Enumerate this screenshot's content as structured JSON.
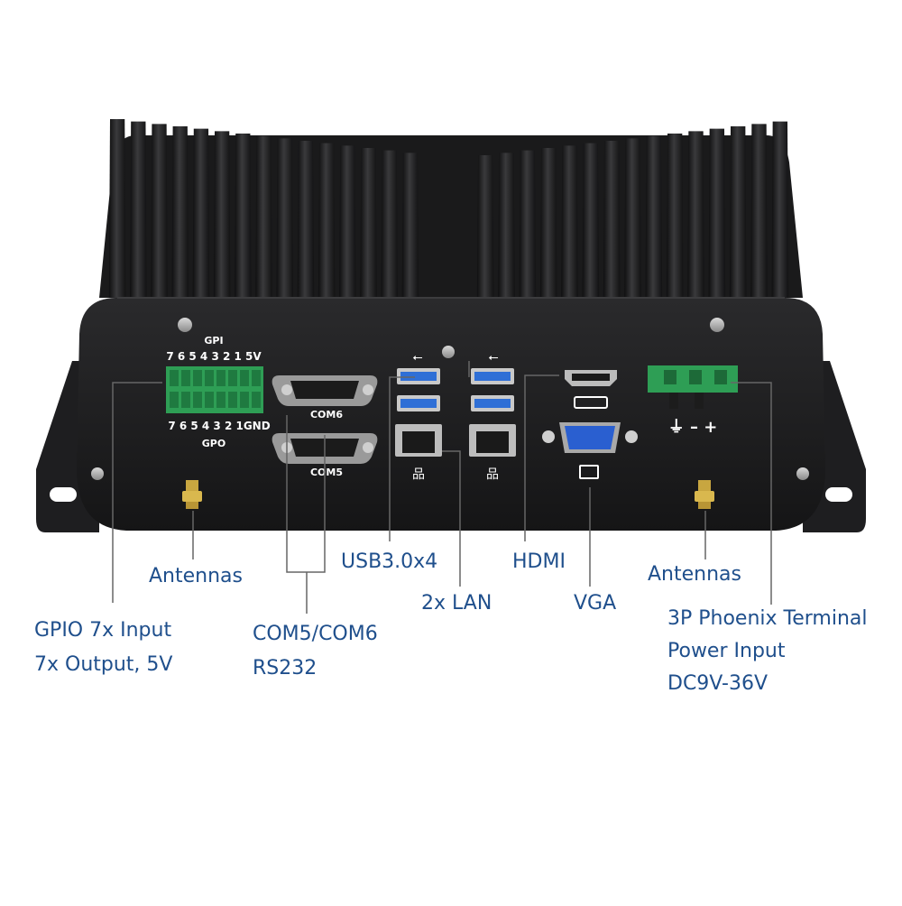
{
  "panel": {
    "gpi_label": "GPI",
    "gpi_pins": "7 6 5 4 3 2 1 5V",
    "gpo_pins": "7 6 5 4 3 2 1GND",
    "gpo_label": "GPO",
    "com6_label": "COM6",
    "com5_label": "COM5",
    "power_symbols": "⏚ – +"
  },
  "callouts": {
    "antennas_left": "Antennas",
    "gpio_line1": "GPIO 7x Input",
    "gpio_line2": "7x Output, 5V",
    "com_line1": "COM5/COM6",
    "com_line2": "RS232",
    "usb": "USB3.0x4",
    "lan": "2x LAN",
    "hdmi": "HDMI",
    "vga": "VGA",
    "antennas_right": "Antennas",
    "power_line1": "3P Phoenix Terminal",
    "power_line2": "Power Input",
    "power_line3": "DC9V-36V"
  },
  "colors": {
    "label_text": "#1f4f8c",
    "chassis": "#1b1b1d",
    "usb_port": "#2f6fd6",
    "vga_port": "#2a5fd0",
    "terminal_green": "#2e9e55"
  }
}
